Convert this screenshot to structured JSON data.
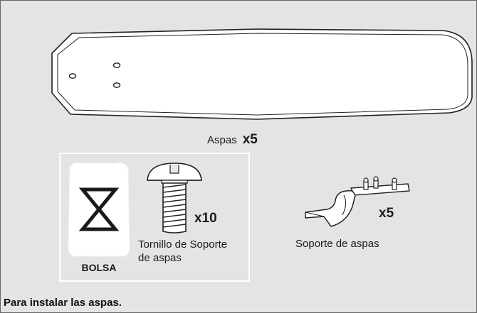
{
  "blade": {
    "name": "Aspas",
    "qty": "x5",
    "icon": "fan-blade-icon"
  },
  "kit": {
    "bag": {
      "label": "BOLSA",
      "icon": "hourglass-bag-icon"
    },
    "screw": {
      "qty": "x10",
      "caption_line1": "Tornillo de Soporte",
      "caption_line2": "de aspas",
      "icon": "screw-icon"
    }
  },
  "bracket": {
    "qty": "x5",
    "caption": "Soporte de aspas",
    "icon": "blade-bracket-icon"
  },
  "footer": {
    "text": "Para instalar las aspas."
  },
  "colors": {
    "background": "#e4e4e4",
    "border": "#666666",
    "line": "#222222",
    "highlight": "#ffffff"
  }
}
